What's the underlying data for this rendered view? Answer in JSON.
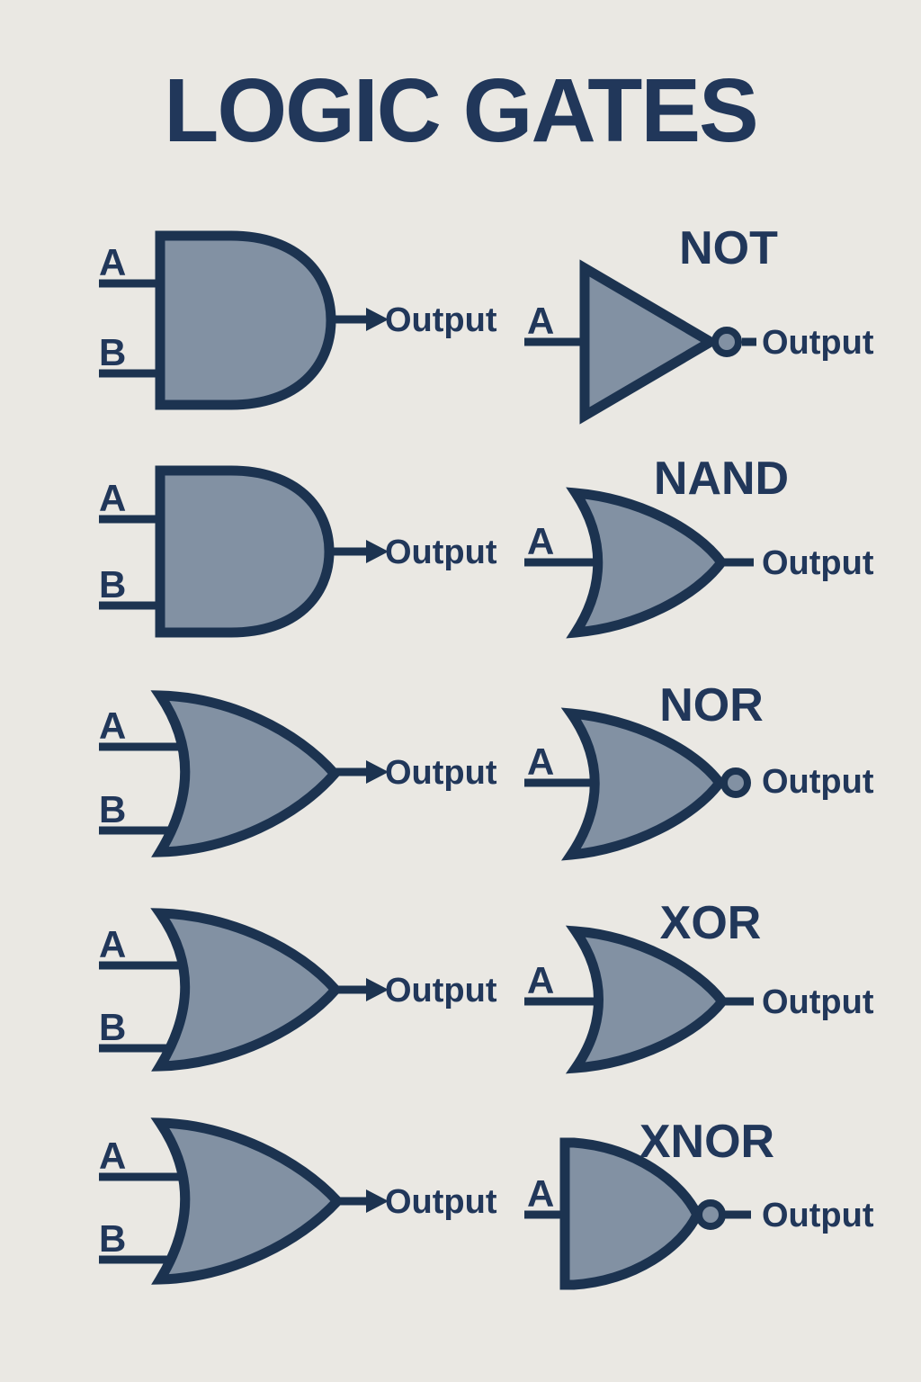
{
  "poster": {
    "title": "LOGIC GATES"
  },
  "colors": {
    "background": "#eae8e3",
    "ink": "#21375a",
    "gate_fill": "#8291a3",
    "gate_stroke": "#1c3350"
  },
  "left_gates": [
    {
      "shape": "and-gate",
      "input_a": "A",
      "input_b": "B",
      "output": "Output"
    },
    {
      "shape": "and-gate",
      "input_a": "A",
      "input_b": "B",
      "output": "Output"
    },
    {
      "shape": "or-gate",
      "input_a": "A",
      "input_b": "B",
      "output": "Output"
    },
    {
      "shape": "or-gate",
      "input_a": "A",
      "input_b": "B",
      "output": "Output"
    },
    {
      "shape": "or-gate",
      "input_a": "A",
      "input_b": "B",
      "output": "Output"
    }
  ],
  "right_gates": [
    {
      "name": "NOT",
      "shape": "not-gate",
      "input_a": "A",
      "output": "Output",
      "inversion_bubble": true
    },
    {
      "name": "NAND",
      "shape": "nand-gate",
      "input_a": "A",
      "output": "Output",
      "inversion_bubble": false
    },
    {
      "name": "NOR",
      "shape": "nor-gate",
      "input_a": "A",
      "output": "Output",
      "inversion_bubble": true
    },
    {
      "name": "XOR",
      "shape": "xor-gate",
      "input_a": "A",
      "output": "Output",
      "inversion_bubble": false
    },
    {
      "name": "XNOR",
      "shape": "xnor-gate",
      "input_a": "A",
      "output": "Output",
      "inversion_bubble": true
    }
  ]
}
